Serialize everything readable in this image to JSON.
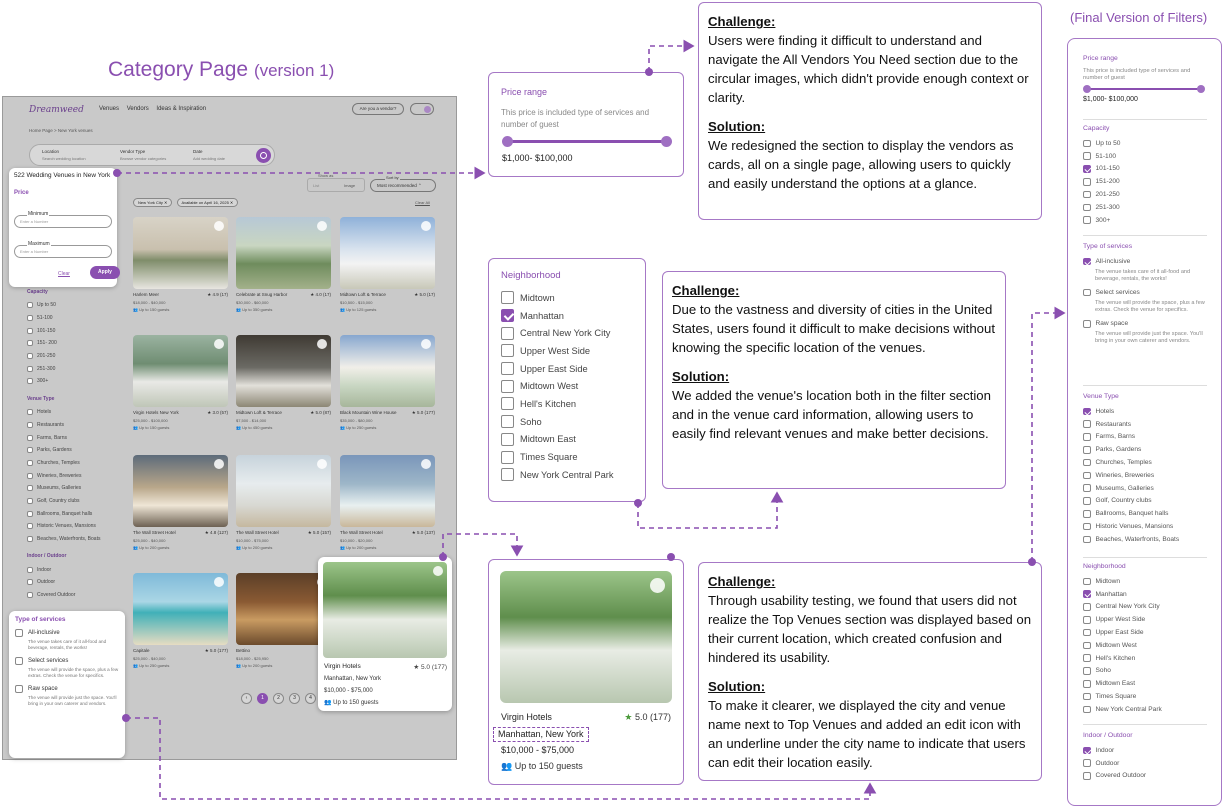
{
  "page": {
    "title_main": "Category Page",
    "title_sub": "(version 1)",
    "final_title": "(Final Version of Filters)"
  },
  "mockup": {
    "logo": "Dreamweed",
    "nav": [
      "Venues",
      "Vendors",
      "Ideas & Inspiration"
    ],
    "vendor_button": "Are you a vendor?",
    "breadcrumb": "Home Page  >  New York venues",
    "search": {
      "location_label": "Location",
      "location_placeholder": "Search wedding location",
      "vendor_label": "Vendor Type",
      "vendor_placeholder": "Browse vendor categories",
      "date_label": "Date",
      "date_placeholder": "Add wedding date"
    },
    "show_as": "Show as",
    "show_as_options": [
      "List",
      "Image"
    ],
    "sort_by": "Sort by",
    "sort_value": "Most recommended",
    "chips": [
      "New York City",
      "Available on April 16, 2025"
    ],
    "clear_all": "Clear All",
    "capacity_heading": "Capacity",
    "capacity_options": [
      "Up to 50",
      "51-100",
      "101-150",
      "151- 200",
      "201-250",
      "251-300",
      "300+"
    ],
    "venue_type_heading": "Venue Type",
    "venue_type_options": [
      "Hotels",
      "Restaurants",
      "Farms, Barns",
      "Parks, Gardens",
      "Churches, Temples",
      "Wineries, Breweries",
      "Museums, Galleries",
      "Golf, Country clubs",
      "Ballrooms, Banquet halls",
      "Historic Venues, Mansions",
      "Beaches, Waterfronts, Boats"
    ],
    "indoor_heading": "Indoor / Outdoor",
    "indoor_options": [
      "Indoor",
      "Outdoor",
      "Covered Outdoor"
    ],
    "cards": [
      {
        "name": "Harlem Meer",
        "rating": "★ 4.9 (17)",
        "price": "$18,000 - $40,000",
        "guests": "Up to 150 guests"
      },
      {
        "name": "Celebrate at Snug Harbor",
        "rating": "★ 4.0 (17)",
        "price": "$30,000 - $60,000",
        "guests": "Up to 350 guests"
      },
      {
        "name": "Midtown Loft & Terrace",
        "rating": "★ 5.0 (17)",
        "price": "$10,500 - $15,000",
        "guests": "Up to 125 guests"
      },
      {
        "name": "Virgin Hotels New York",
        "rating": "★ 3.0 (57)",
        "price": "$25,000 - $100,000",
        "guests": "Up to 150 guests"
      },
      {
        "name": "Midtown Loft & Terrace",
        "rating": "★ 5.0 (87)",
        "price": "$7,500 - $14,000",
        "guests": "Up to 450 guests"
      },
      {
        "name": "Black Mountain Wine House",
        "rating": "★ 5.0 (177)",
        "price": "$35,000 - $80,000",
        "guests": "Up to 250 guests"
      },
      {
        "name": "The Wall Street Hotel",
        "rating": "★ 4.8 (127)",
        "price": "$25,000 - $40,000",
        "guests": "Up to 200 guests"
      },
      {
        "name": "The Wall Street Hotel",
        "rating": "★ 5.0 (157)",
        "price": "$10,000 - $75,000",
        "guests": "Up to 200 guests"
      },
      {
        "name": "The Wall Street Hotel",
        "rating": "★ 5.0 (137)",
        "price": "$10,000 - $20,000",
        "guests": "Up to 200 guests"
      },
      {
        "name": "Capitale",
        "rating": "★ 5.0 (177)",
        "price": "$25,000 - $40,000",
        "guests": "Up to 250 guests"
      },
      {
        "name": "Bettino",
        "rating": "★ 4.6",
        "price": "$18,000 - $25,950",
        "guests": "Up to 200 guests"
      }
    ],
    "pages": [
      "1",
      "2",
      "3",
      "4"
    ]
  },
  "price_popover": {
    "title": "522 Wedding Venues in New York",
    "heading": "Price",
    "min_label": "Minimum",
    "min_placeholder": "Enter a Number",
    "max_label": "Maximum",
    "max_placeholder": "Enter a Number",
    "clear": "Clear",
    "apply": "Apply"
  },
  "tos_popover": {
    "heading": "Type of services",
    "options": [
      {
        "label": "All-inclusive",
        "desc": "The venue takes care of it all-food and beverage, rentals, the works!"
      },
      {
        "label": "Select services",
        "desc": "The venue will provide the space, plus a few extras. Check the venue for specifics."
      },
      {
        "label": "Raw space",
        "desc": "The venue will provide just the space. You'll bring in your own caterer and vendors."
      }
    ]
  },
  "card_popover": {
    "name": "Virgin Hotels",
    "rating": "★ 5.0 (177)",
    "location": "Manhattan, New York",
    "price": "$10,000 - $75,000",
    "guests": "Up to 150 guests"
  },
  "price_panel": {
    "heading": "Price range",
    "desc": "This price is included type of services and number of guest",
    "value": "$1,000- $100,000"
  },
  "challenge1": {
    "challenge_label": "Challenge:",
    "challenge_text": "Users were finding it difficult to understand and navigate the All Vendors You Need section due to the circular images, which didn't provide enough context or clarity.",
    "solution_label": "Solution:",
    "solution_text": "We redesigned the section to display the vendors as cards, all on a single page, allowing users to quickly and easily understand the options at a glance."
  },
  "challenge2": {
    "challenge_label": "Challenge:",
    "challenge_text": "Due to the vastness and diversity of cities in the United States, users found it difficult to make decisions without knowing the specific location of the venues.",
    "solution_label": "Solution:",
    "solution_text": "We added the venue's location both in the filter section and in the venue card information, allowing users to easily find relevant venues and make better decisions."
  },
  "challenge3": {
    "challenge_label": "Challenge:",
    "challenge_text": "Through usability testing, we found that users did not realize the Top Venues section was displayed based on their current location, which created confusion and hindered its usability.",
    "solution_label": "Solution:",
    "solution_text": "To make it clearer, we displayed the city and venue name next to Top Venues and added an edit icon with an underline under the city name to indicate that users can edit their location easily."
  },
  "neighborhood_panel": {
    "heading": "Neighborhood",
    "options": [
      {
        "label": "Midtown",
        "checked": false
      },
      {
        "label": "Manhattan",
        "checked": true
      },
      {
        "label": "Central New York City",
        "checked": false
      },
      {
        "label": "Upper West Side",
        "checked": false
      },
      {
        "label": "Upper East Side",
        "checked": false
      },
      {
        "label": "Midtown West",
        "checked": false
      },
      {
        "label": "Hell's Kitchen",
        "checked": false
      },
      {
        "label": "Soho",
        "checked": false
      },
      {
        "label": "Midtown East",
        "checked": false
      },
      {
        "label": "Times Square",
        "checked": false
      },
      {
        "label": "New York Central Park",
        "checked": false
      }
    ]
  },
  "card_panel": {
    "name": "Virgin Hotels",
    "rating": "★ 5.0 (177)",
    "location": "Manhattan, New York",
    "price": "$10,000 - $75,000",
    "guests": "Up to 150 guests"
  },
  "final_filters": {
    "price_heading": "Price range",
    "price_desc": "This price is included type of services and number of guest",
    "price_value": "$1,000- $100,000",
    "capacity_heading": "Capacity",
    "capacity": [
      {
        "label": "Up to 50",
        "checked": false
      },
      {
        "label": "51-100",
        "checked": false
      },
      {
        "label": "101-150",
        "checked": true
      },
      {
        "label": "151-200",
        "checked": false
      },
      {
        "label": "201-250",
        "checked": false
      },
      {
        "label": "251-300",
        "checked": false
      },
      {
        "label": "300+",
        "checked": false
      }
    ],
    "tos_heading": "Type of services",
    "tos": [
      {
        "label": "All-inclusive",
        "checked": true,
        "desc": "The venue takes care of it all-food and beverage, rentals, the works!"
      },
      {
        "label": "Select services",
        "checked": false,
        "desc": "The venue will provide the space, plus a few extras. Check the venue for specifics."
      },
      {
        "label": "Raw space",
        "checked": false,
        "desc": "The venue will provide just the space. You'll bring in your own caterer and vendors."
      }
    ],
    "venue_type_heading": "Venue Type",
    "venue_type": [
      {
        "label": "Hotels",
        "checked": true
      },
      {
        "label": "Restaurants",
        "checked": false
      },
      {
        "label": "Farms, Barns",
        "checked": false
      },
      {
        "label": "Parks, Gardens",
        "checked": false
      },
      {
        "label": "Churches, Temples",
        "checked": false
      },
      {
        "label": "Wineries, Breweries",
        "checked": false
      },
      {
        "label": "Museums, Galleries",
        "checked": false
      },
      {
        "label": "Golf, Country clubs",
        "checked": false
      },
      {
        "label": "Ballrooms, Banquet halls",
        "checked": false
      },
      {
        "label": "Historic Venues, Mansions",
        "checked": false
      },
      {
        "label": "Beaches, Waterfronts, Boats",
        "checked": false
      }
    ],
    "neighborhood_heading": "Neighborhood",
    "neighborhood": [
      {
        "label": "Midtown",
        "checked": false
      },
      {
        "label": "Manhattan",
        "checked": true
      },
      {
        "label": "Central New York City",
        "checked": false
      },
      {
        "label": "Upper West Side",
        "checked": false
      },
      {
        "label": "Upper East Side",
        "checked": false
      },
      {
        "label": "Midtown West",
        "checked": false
      },
      {
        "label": "Hell's Kitchen",
        "checked": false
      },
      {
        "label": "Soho",
        "checked": false
      },
      {
        "label": "Midtown East",
        "checked": false
      },
      {
        "label": "Times Square",
        "checked": false
      },
      {
        "label": "New York Central Park",
        "checked": false
      }
    ],
    "indoor_heading": "Indoor / Outdoor",
    "indoor": [
      {
        "label": "Indoor",
        "checked": true
      },
      {
        "label": "Outdoor",
        "checked": false
      },
      {
        "label": "Covered Outdoor",
        "checked": false
      }
    ]
  },
  "colors": {
    "accent": "#8a4fb0",
    "border": "#a678c6"
  }
}
